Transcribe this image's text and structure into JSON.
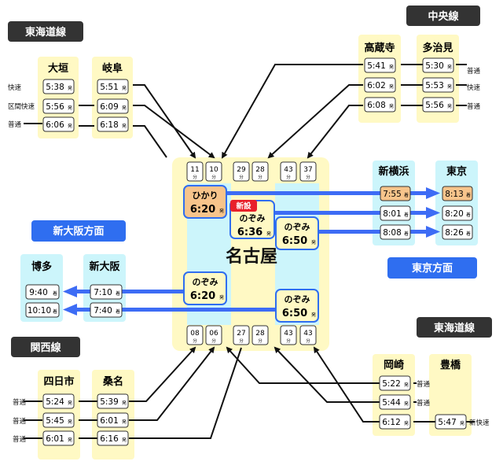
{
  "labels": {
    "tokaido_w": "東海道線",
    "chuo": "中央線",
    "shin_osaka_dir": "新大阪方面",
    "tokyo_dir": "東京方面",
    "kansai": "関西線",
    "tokaido_e": "東海道線",
    "nagoya": "名古屋"
  },
  "stations": {
    "ogaki": "大垣",
    "gifu": "岐阜",
    "takakuraji": "高蔵寺",
    "tajimi": "多治見",
    "shinyokohama": "新横浜",
    "tokyo": "東京",
    "hakata": "博多",
    "shinosaka": "新大阪",
    "yokkaichi": "四日市",
    "kuwana": "桑名",
    "okazaki": "岡崎",
    "toyohashi": "豊橋"
  },
  "types": {
    "kaisoku": "快速",
    "kukan_kaisoku": "区間快速",
    "futsu": "普通",
    "shin_kaisoku": "新快速",
    "new_badge": "新設"
  },
  "unit_dep": "発",
  "unit_arr": "着",
  "unit_min": "分",
  "platforms_top": [
    "11",
    "10",
    "29",
    "28",
    "43",
    "37"
  ],
  "platforms_bottom": [
    "08",
    "06",
    "27",
    "28",
    "43",
    "43"
  ],
  "shinkansen": {
    "hikari": {
      "name": "ひかり",
      "time": "6:20"
    },
    "nozomi1": {
      "name": "のぞみ",
      "time": "6:36"
    },
    "nozomi2": {
      "name": "のぞみ",
      "time": "6:50"
    },
    "nozomi3": {
      "name": "のぞみ",
      "time": "6:20"
    },
    "nozomi4": {
      "name": "のぞみ",
      "time": "6:50"
    }
  },
  "times": {
    "ogaki": [
      "5:38",
      "5:56",
      "6:06"
    ],
    "gifu": [
      "5:51",
      "6:09",
      "6:18"
    ],
    "takakuraji": [
      "5:41",
      "6:02",
      "6:08"
    ],
    "tajimi": [
      "5:30",
      "5:53",
      "5:56"
    ],
    "shinyokohama": [
      "7:55",
      "8:01",
      "8:08"
    ],
    "tokyo": [
      "8:13",
      "8:20",
      "8:26"
    ],
    "hakata": [
      "9:40",
      "10:10"
    ],
    "shinosaka": [
      "7:10",
      "7:40"
    ],
    "yokkaichi": [
      "5:24",
      "5:45",
      "6:01"
    ],
    "kuwana": [
      "5:39",
      "6:01",
      "6:16"
    ],
    "okazaki": [
      "5:22",
      "5:44",
      "6:12"
    ],
    "toyohashi": [
      "5:47"
    ]
  },
  "colors": {
    "yellow_panel": "#fff9c4",
    "cyan_panel": "#ccf5fb",
    "blue_arrow": "#3d6cf5",
    "label_dark": "#333333",
    "label_blue": "#2f6ef0",
    "orange": "#f7c48b",
    "badge_red": "#e8202a"
  }
}
